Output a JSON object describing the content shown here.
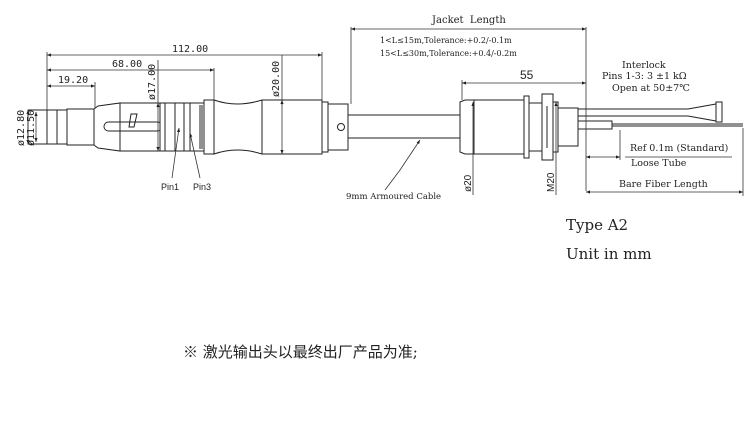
{
  "dimensions": {
    "overall_length": "112.00",
    "mid_length": "68.00",
    "tip_length": "19.20",
    "dia_outer_tip": "ø12.80",
    "dia_inner_tip": "ø11.50",
    "dia_body": "ø17.00",
    "dia_grip": "ø20.00",
    "receiver_length": "55",
    "receiver_dia": "ø20",
    "receiver_thread": "M20"
  },
  "labels": {
    "pin1": "Pin1",
    "pin3": "Pin3",
    "cable": "9mm Armoured Cable",
    "jacket_length": "Jacket  Length",
    "tolerance_1": "1<L≤15m,Tolerance:+0.2/-0.1m",
    "tolerance_2": "15<L≤30m,Tolerance:+0.4/-0.2m",
    "interlock_title": "Interlock",
    "interlock_pins": "Pins 1-3: 3 ±1 kΩ",
    "interlock_open": "Open at 50±7℃",
    "ref": "Ref 0.1m (Standard)",
    "loose_tube": "Loose Tube",
    "bare_fiber": "Bare Fiber Length"
  },
  "info": {
    "type": "Type A2",
    "unit": "Unit in mm"
  },
  "note": "※ 激光输出头以最终出厂产品为准;"
}
